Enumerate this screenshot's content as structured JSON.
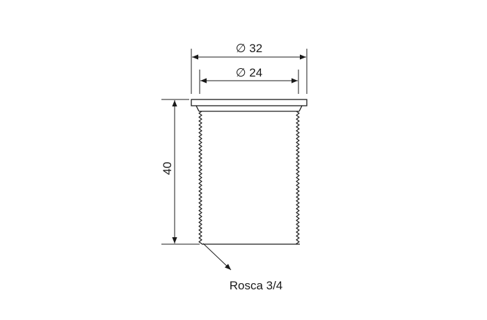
{
  "dimensions": {
    "outer_diameter_label": "∅ 32",
    "inner_diameter_label": "∅ 24",
    "height_label": "40"
  },
  "callout": {
    "thread_label": "Rosca 3/4"
  },
  "colors": {
    "stroke": "#1a1a1a",
    "background": "#ffffff"
  }
}
